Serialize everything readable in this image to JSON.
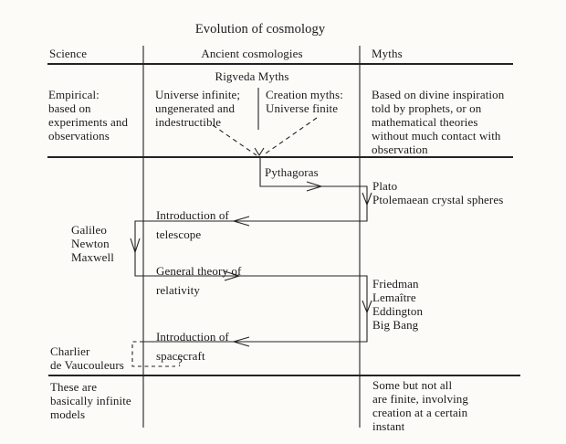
{
  "title": "Evolution of cosmology",
  "header": {
    "science": "Science",
    "ancient_cosmologies": "Ancient cosmologies",
    "myths": "Myths"
  },
  "ancient_subheader": "Rigveda Myths",
  "science_column": {
    "empirical": "Empirical:\nbased on\nexperiments and\nobservations",
    "classical_physics": "Galileo\nNewton\nMaxwell",
    "modern": "Charlier\nde Vaucouleurs",
    "footer_note": "These are\nbasically infinite\nmodels"
  },
  "ancient_column": {
    "infinite_universe": "Universe infinite;\nungenerated and\nindestructible",
    "creation_myths": "Creation myths:\nUniverse finite",
    "pythagoras": "Pythagoras",
    "telescope": "Introduction of\ntelescope",
    "relativity": "General theory of\nrelativity",
    "spacecraft": "Introduction of\nspacecraft",
    "question_mark": "?"
  },
  "myths_column": {
    "divine_inspiration": "Based on divine inspiration\ntold by prophets, or on\nmathematical theories\nwithout much contact with\nobservation",
    "plato": "Plato\nPtolemaean crystal spheres",
    "big_bang_group": "Friedman\nLemaître\nEddington\nBig Bang",
    "footer_note": "Some but not all\nare finite, involving\ncreation at a certain\ninstant"
  }
}
